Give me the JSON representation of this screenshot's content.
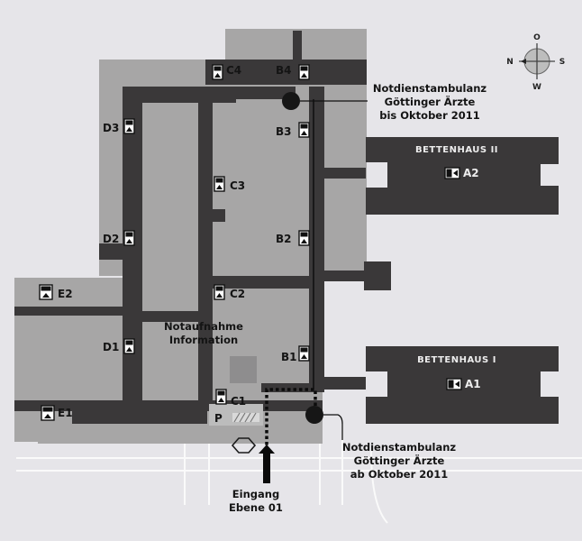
{
  "compass": {
    "north": "N",
    "south": "S",
    "east": "O",
    "west": "W"
  },
  "buildings": {
    "bettenhaus_2": {
      "title": "BETTENHAUS II",
      "elevator": "A2"
    },
    "bettenhaus_1": {
      "title": "BETTENHAUS I",
      "elevator": "A1"
    }
  },
  "elevators": {
    "c4": "C4",
    "b4": "B4",
    "d3": "D3",
    "b3": "B3",
    "c3": "C3",
    "d2": "D2",
    "b2": "B2",
    "e2": "E2",
    "c2": "C2",
    "d1": "D1",
    "b1": "B1",
    "c1": "C1",
    "e1": "E1"
  },
  "labels": {
    "notaufnahme_1": "Notaufnahme",
    "notaufnahme_2": "Information",
    "parking": "P",
    "notdienst_old": [
      "Notdienstambulanz",
      "Göttinger Ärzte",
      "bis Oktober 2011"
    ],
    "notdienst_new": [
      "Notdienstambulanz",
      "Göttinger Ärzte",
      "ab Oktober 2011"
    ],
    "eingang": [
      "Eingang",
      "Ebene 01"
    ]
  }
}
